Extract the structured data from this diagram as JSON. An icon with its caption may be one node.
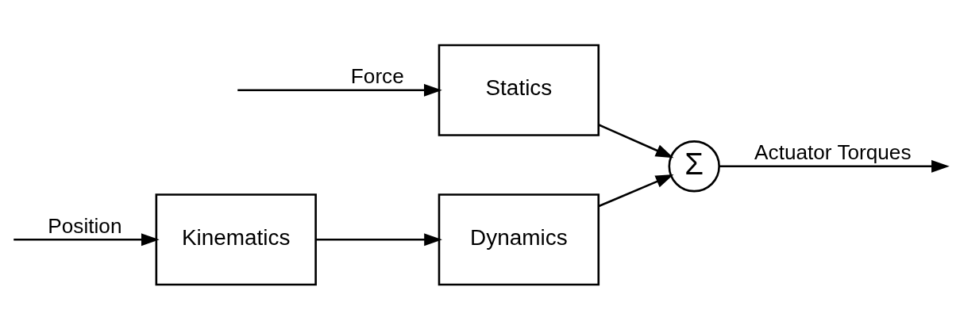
{
  "diagram": {
    "nodes": [
      {
        "text": [
          "Kinematics"
        ]
      },
      {
        "text": [
          "Dynamics"
        ]
      },
      {
        "text": [
          "Statics"
        ]
      },
      {
        "text": [
          "Σ"
        ]
      }
    ],
    "edges": [
      {
        "from": null,
        "to": 0,
        "arrow": "to",
        "label": "Position"
      },
      {
        "from": 0,
        "to": 1,
        "arrow": "to"
      },
      {
        "from": 1,
        "to": 3,
        "arrow": "to"
      },
      {
        "from": null,
        "to": 2,
        "arrow": "to",
        "label": "Force"
      },
      {
        "from": 2,
        "to": 3,
        "arrow": "to"
      },
      {
        "from": 3,
        "to": null,
        "arrow": "to",
        "label": "Actuator Torques"
      }
    ]
  }
}
